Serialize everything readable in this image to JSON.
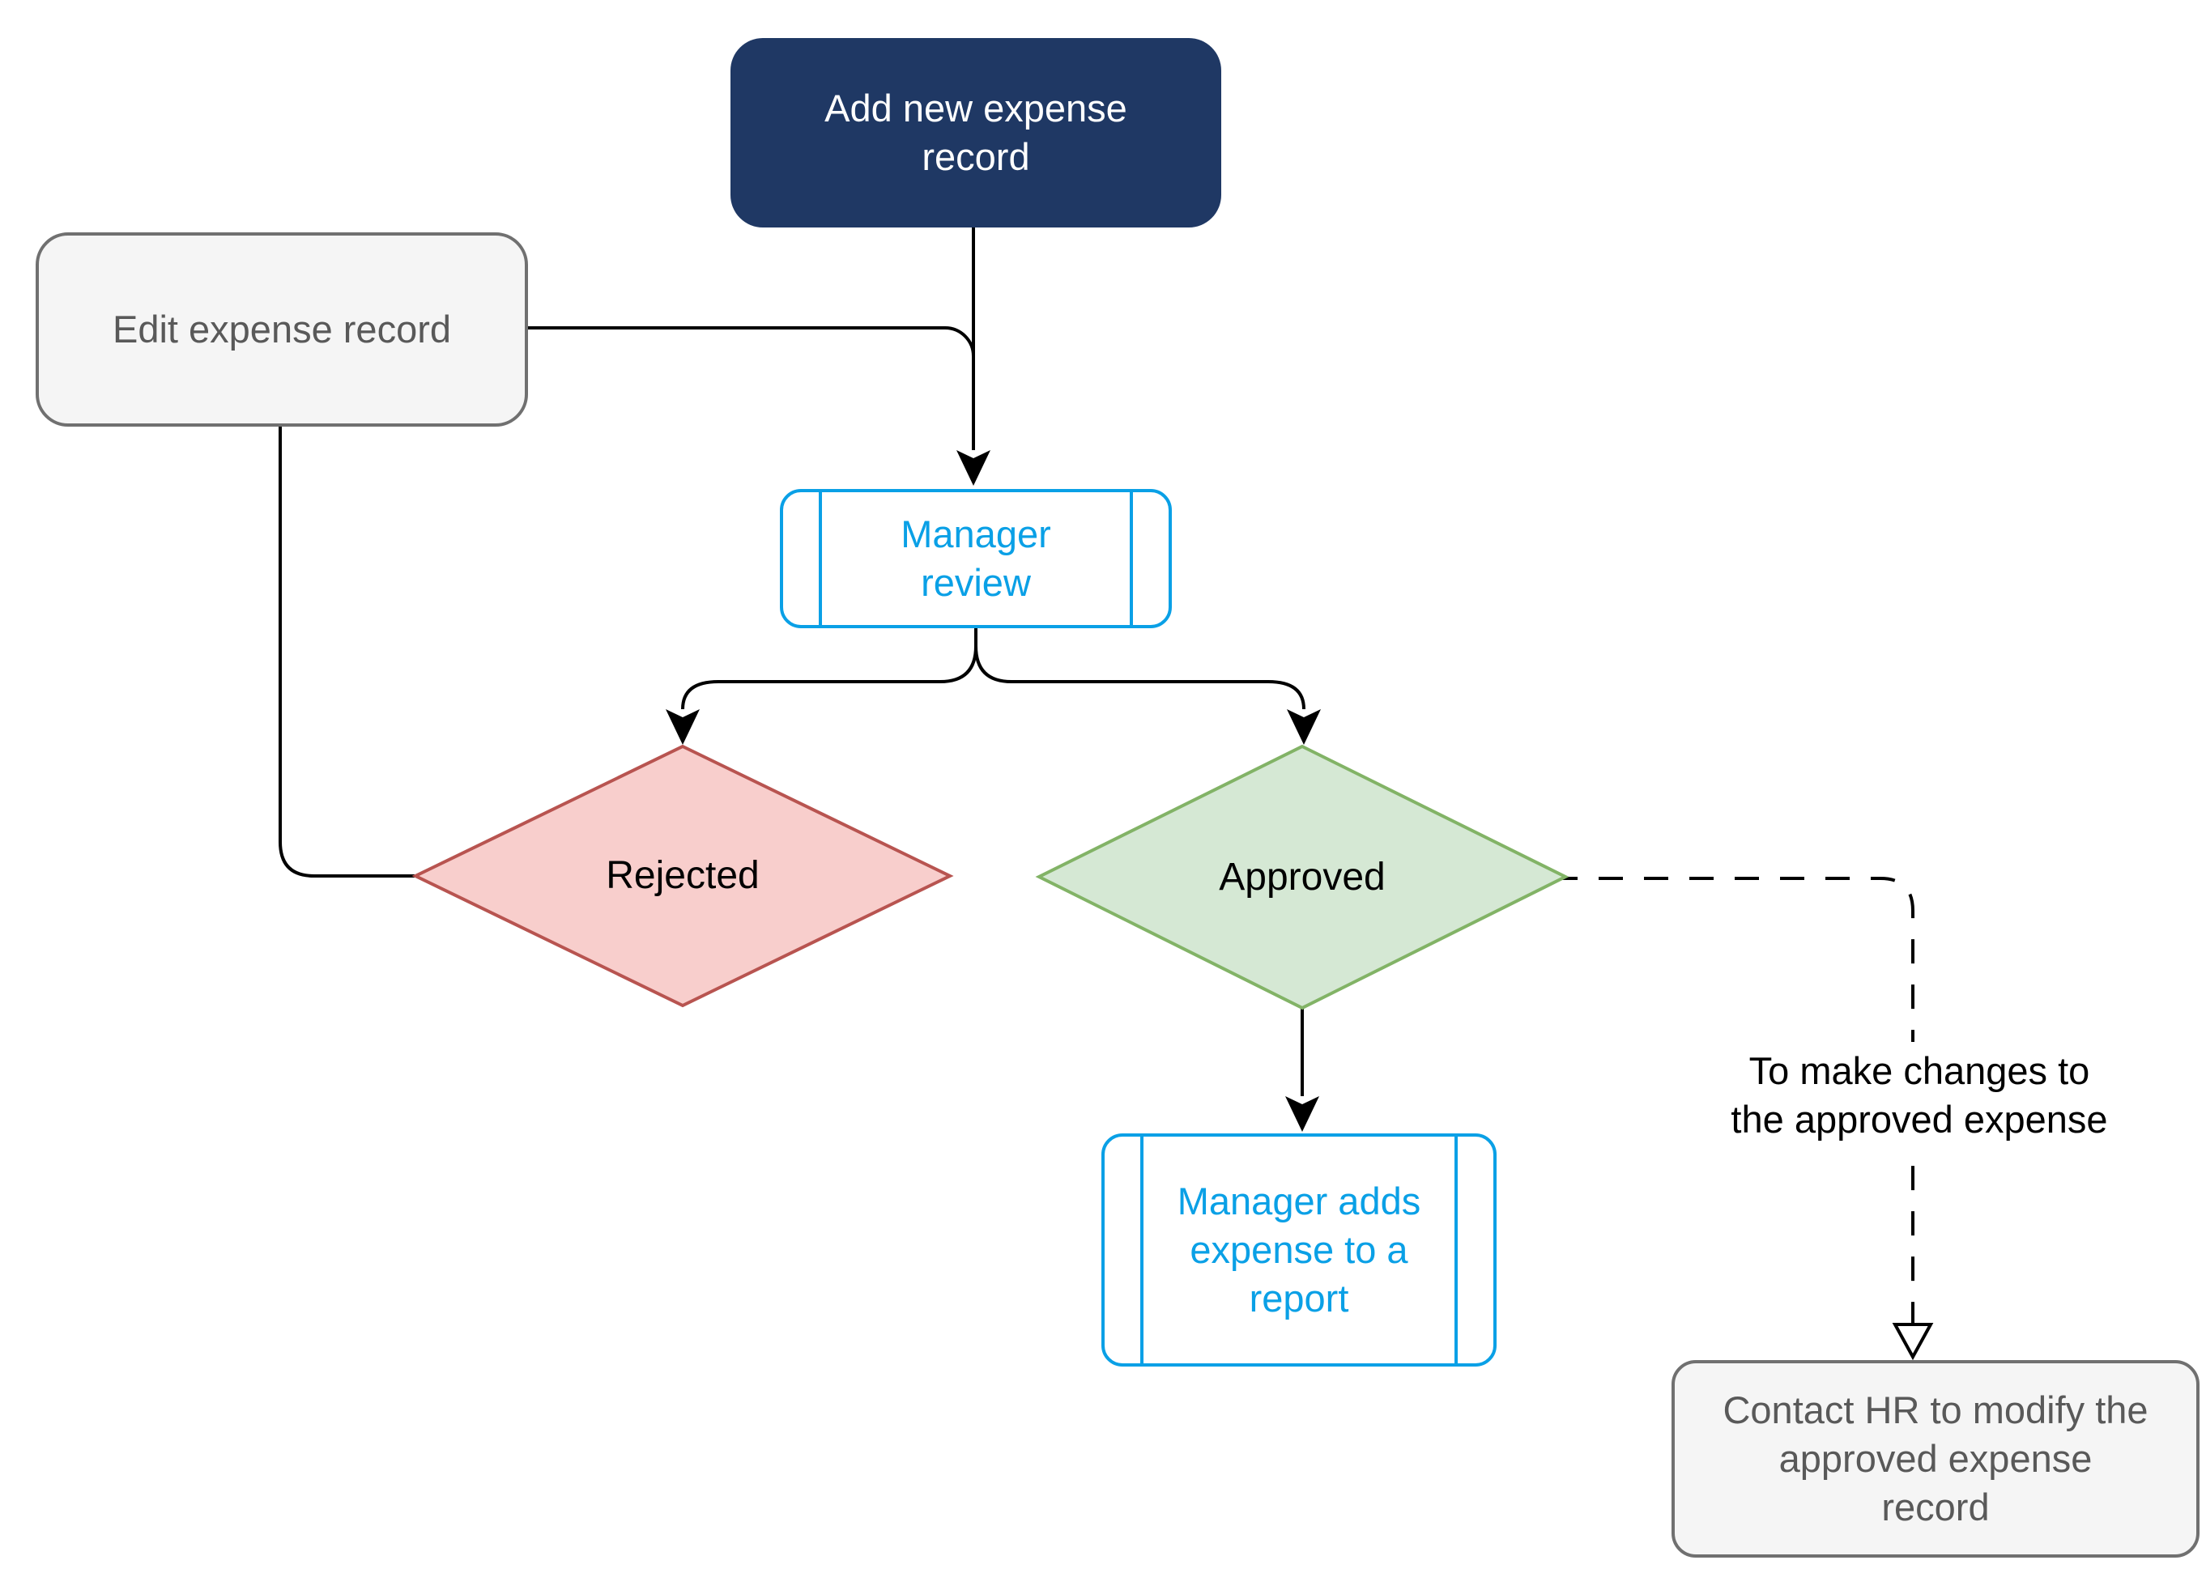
{
  "nodes": {
    "start": {
      "label": "Add new expense\nrecord",
      "shape": "rounded-rect",
      "fill": "#1F3864",
      "text_color": "#FFFFFF"
    },
    "edit": {
      "label": "Edit expense record",
      "shape": "rounded-rect",
      "fill": "#F5F5F5",
      "border": "#707070",
      "text_color": "#595959"
    },
    "review": {
      "label": "Manager\nreview",
      "shape": "subprocess",
      "fill": "#FFFFFF",
      "border": "#0AA0E6",
      "text_color": "#0AA0E6"
    },
    "rejected": {
      "label": "Rejected",
      "shape": "diamond",
      "fill": "#F8CECC",
      "border": "#B85450",
      "text_color": "#000000"
    },
    "approved": {
      "label": "Approved",
      "shape": "diamond",
      "fill": "#D5E8D4",
      "border": "#82B366",
      "text_color": "#000000"
    },
    "report": {
      "label": "Manager adds\nexpense to a\nreport",
      "shape": "subprocess",
      "fill": "#FFFFFF",
      "border": "#0AA0E6",
      "text_color": "#0AA0E6"
    },
    "contact_hr": {
      "label": "Contact HR to modify the\napproved expense\nrecord",
      "shape": "rounded-rect",
      "fill": "#F5F5F5",
      "border": "#707070",
      "text_color": "#595959"
    }
  },
  "edges": {
    "start_to_review": {
      "from": "start",
      "to": "review",
      "style": "solid",
      "arrow": "filled"
    },
    "edit_to_review": {
      "from": "edit",
      "to": "review",
      "style": "solid",
      "arrow": "filled"
    },
    "review_to_rejected": {
      "from": "review",
      "to": "rejected",
      "style": "solid",
      "arrow": "filled"
    },
    "review_to_approved": {
      "from": "review",
      "to": "approved",
      "style": "solid",
      "arrow": "filled"
    },
    "rejected_to_edit": {
      "from": "rejected",
      "to": "edit",
      "style": "solid",
      "arrow": "none"
    },
    "approved_to_report": {
      "from": "approved",
      "to": "report",
      "style": "solid",
      "arrow": "filled"
    },
    "approved_to_contact_hr": {
      "from": "approved",
      "to": "contact_hr",
      "style": "dashed",
      "arrow": "open",
      "label": "To make changes to\nthe approved expense"
    }
  },
  "colors": {
    "background": "#FFFFFF",
    "navy": "#1F3864",
    "blue": "#0AA0E6",
    "red_fill": "#F8CECC",
    "red_border": "#B85450",
    "green_fill": "#D5E8D4",
    "green_border": "#82B366",
    "gray_fill": "#F5F5F5",
    "gray_border": "#707070",
    "gray_text": "#595959",
    "edge_line": "#000000"
  }
}
